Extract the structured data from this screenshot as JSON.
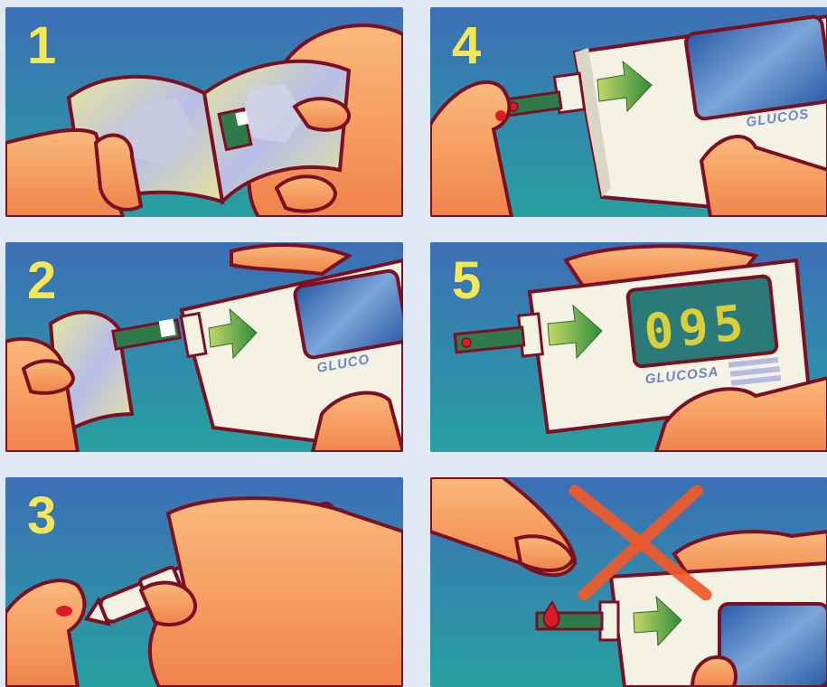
{
  "panels": [
    {
      "id": "p1",
      "step": "1"
    },
    {
      "id": "p2",
      "step": "2"
    },
    {
      "id": "p3",
      "step": "3"
    },
    {
      "id": "p4",
      "step": "4"
    },
    {
      "id": "p5",
      "step": "5"
    },
    {
      "id": "p6",
      "step": ""
    }
  ],
  "meter": {
    "label_p2": "GLUCO",
    "label_p4": "GLUCOS",
    "label_p5": "GLUCOSA",
    "display_value": "095"
  },
  "icons": {
    "arrow": "green-arrow-icon",
    "cross": "red-x-icon",
    "blood_drop": "blood-drop-icon"
  },
  "colors": {
    "panel_bg_top": "#3d73b8",
    "panel_bg_bottom": "#2a9aa0",
    "skin": "#f7a56a",
    "outline": "#7a1022",
    "step_number": "#f3e65a",
    "meter_body": "#f4f2e4",
    "arrow": "#3f9a3a",
    "strip": "#2f7a4a",
    "blood": "#d81d2a",
    "cross": "#f05a2a"
  }
}
